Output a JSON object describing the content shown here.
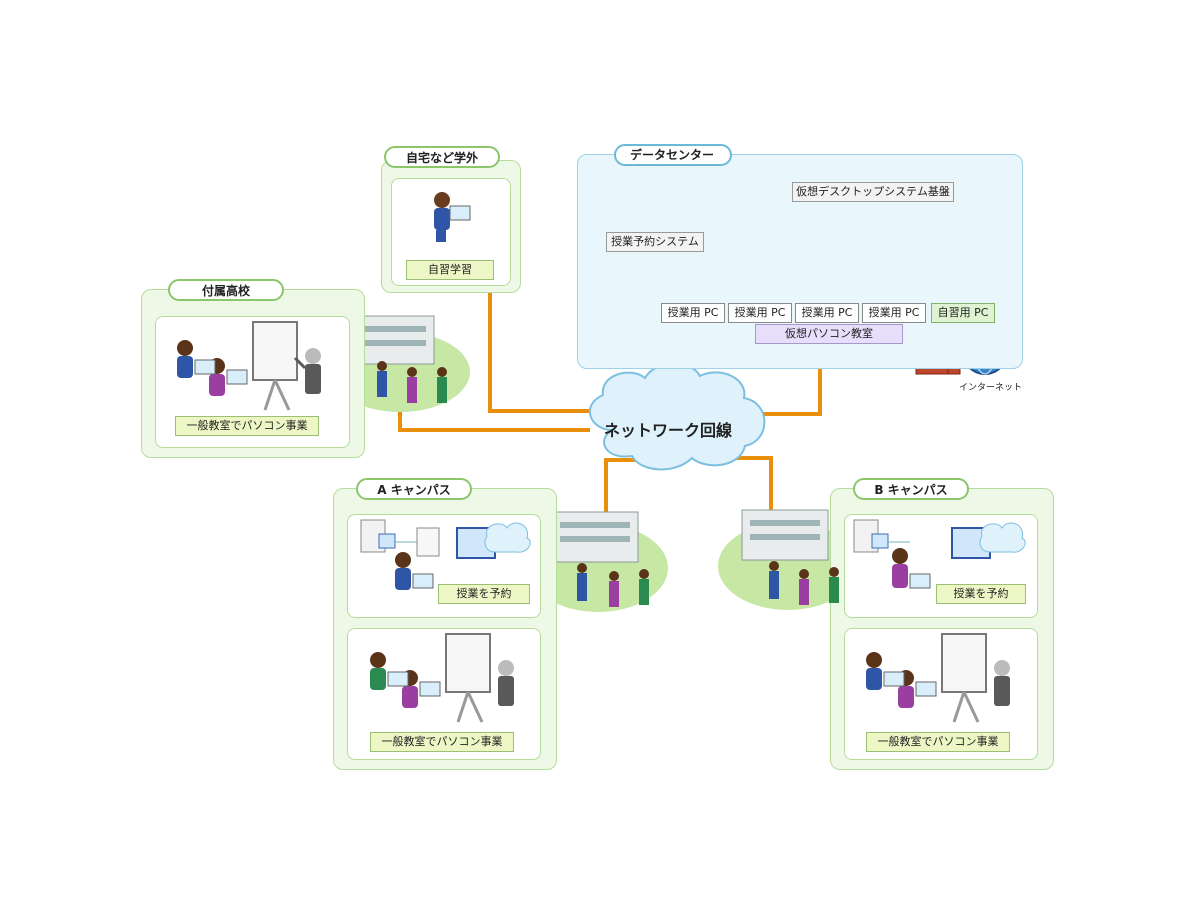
{
  "network": {
    "label": "ネットワーク回線"
  },
  "home": {
    "title": "自宅など学外",
    "activity": "自習学習"
  },
  "fuzoku": {
    "title": "付属高校",
    "activity": "一般教室でパソコン事業"
  },
  "datacenter": {
    "title": "データセンター",
    "vdi_platform": "仮想デスクトップシステム基盤",
    "reservation_system": "授業予約システム",
    "pcs": [
      "授業用 PC",
      "授業用 PC",
      "授業用 PC",
      "授業用 PC",
      "自習用 PC"
    ],
    "virtual_room": "仮想パソコン教室",
    "internet": "インターネット"
  },
  "campus_a": {
    "title": "A キャンパス",
    "reserve": "授業を予約",
    "activity": "一般教室でパソコン事業"
  },
  "campus_b": {
    "title": "B キャンパス",
    "reserve": "授業を予約",
    "activity": "一般教室でパソコン事業"
  },
  "colors": {
    "line": "#e8900e",
    "panel_green": "#eef8e6",
    "dc_blue": "#e9f6fb",
    "cloud": "#dff2fb"
  }
}
